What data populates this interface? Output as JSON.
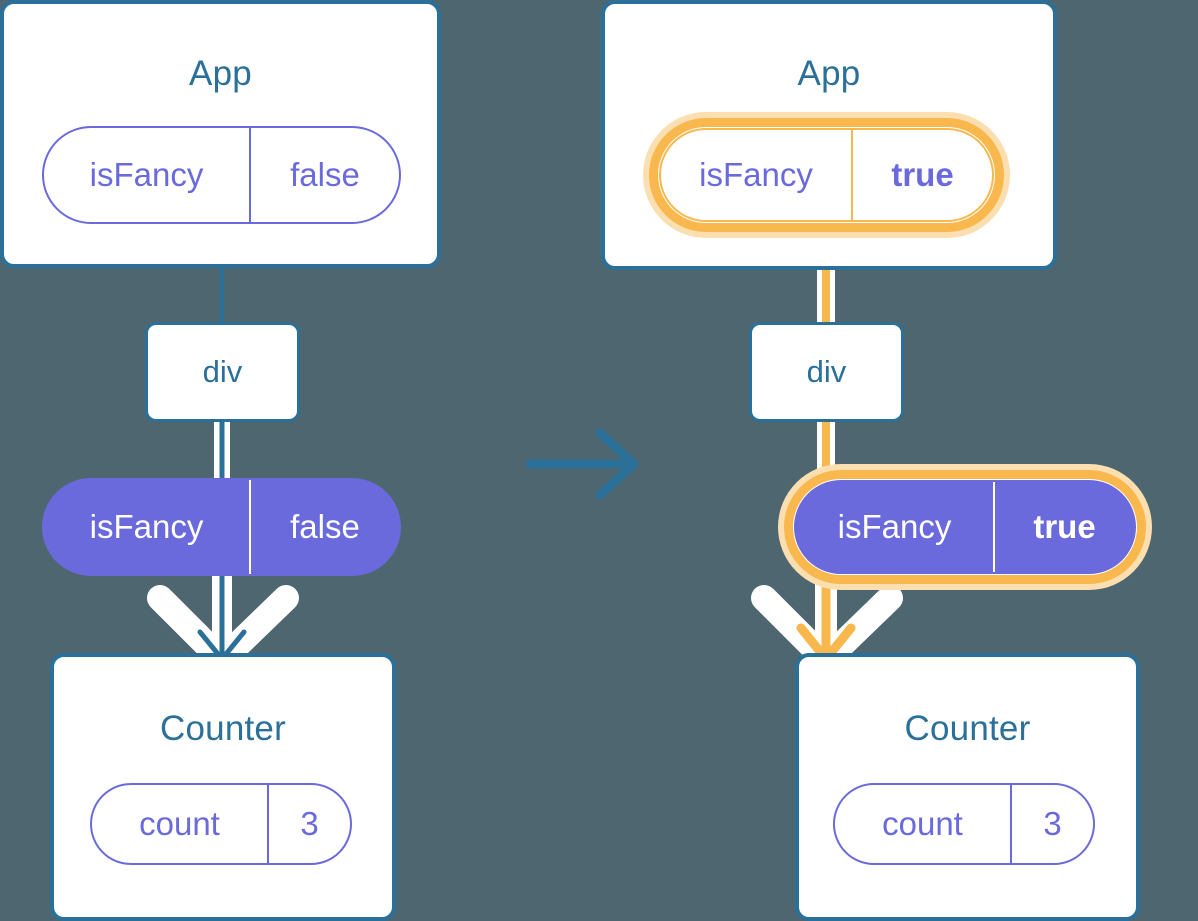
{
  "background_color": "#4d6670",
  "palette": {
    "box_blue": "#2b7099",
    "state_purple": "#6a6add",
    "highlight_orange": "#f8b84e",
    "highlight_glow": "#fbdfb0",
    "white": "#ffffff"
  },
  "diagram": {
    "type": "react-state-propagation",
    "transition_arrow": "arrow-right-icon",
    "panels": [
      {
        "id": "before",
        "root": {
          "name": "App",
          "state": {
            "key": "isFancy",
            "value": "false",
            "highlighted": false,
            "style": "outline"
          }
        },
        "child_tag": {
          "name": "div"
        },
        "prop": {
          "key": "isFancy",
          "value": "false",
          "highlighted": false,
          "style": "filled"
        },
        "leaf": {
          "name": "Counter",
          "state": {
            "key": "count",
            "value": "3",
            "highlighted": false,
            "style": "outline"
          }
        },
        "wire_color": "#2b7099",
        "arrow_color": "#2b7099",
        "sparkles": []
      },
      {
        "id": "after",
        "root": {
          "name": "App",
          "state": {
            "key": "isFancy",
            "value": "true",
            "highlighted": true,
            "style": "outline"
          }
        },
        "child_tag": {
          "name": "div"
        },
        "prop": {
          "key": "isFancy",
          "value": "true",
          "highlighted": true,
          "style": "filled"
        },
        "leaf": {
          "name": "Counter",
          "state": {
            "key": "count",
            "value": "3",
            "highlighted": false,
            "style": "outline"
          }
        },
        "wire_color": "#f8b84e",
        "arrow_color": "#f8b84e",
        "sparkles": [
          "sparkle-icon-large",
          "sparkle-icon-small"
        ]
      }
    ]
  }
}
